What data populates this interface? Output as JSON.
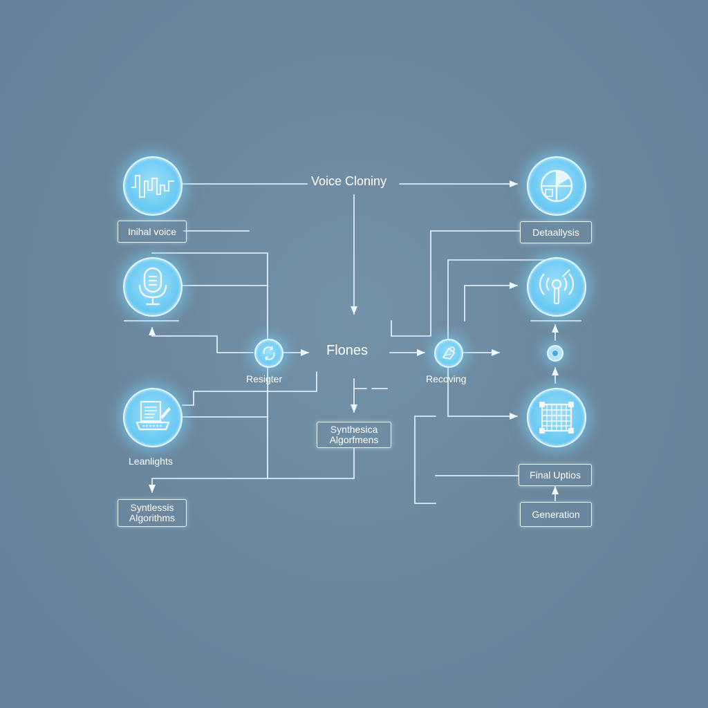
{
  "labels": {
    "voice_cloning": "Voice Cloniny",
    "flones": "Flones",
    "resigter": "Resigter",
    "recoving": "Recoving",
    "leanlights": "Leanlights"
  },
  "boxes": {
    "initial_voice": "Inihal voice",
    "detaallysis": "Detaallysis",
    "synthesica": [
      "Synthesica",
      "Algorfmens"
    ],
    "synthesis_algorithms": [
      "Syntlessis",
      "Algorithms"
    ],
    "final_uptios": "Final Uptios",
    "generation": "Generation"
  },
  "icons": {
    "waveform": "waveform-icon",
    "microphone": "microphone-icon",
    "document_edit": "document-edit-icon",
    "pie_chart": "pie-chart-icon",
    "signal_antenna": "signal-antenna-icon",
    "grid_panel": "grid-panel-icon",
    "cycle": "cycle-icon",
    "process": "process-icon",
    "dot": "dot-icon"
  },
  "colors": {
    "background": "#6a869c",
    "node_fill": "#6ccaf3",
    "node_glow": "#78d7ff",
    "line": "#f2faff"
  }
}
